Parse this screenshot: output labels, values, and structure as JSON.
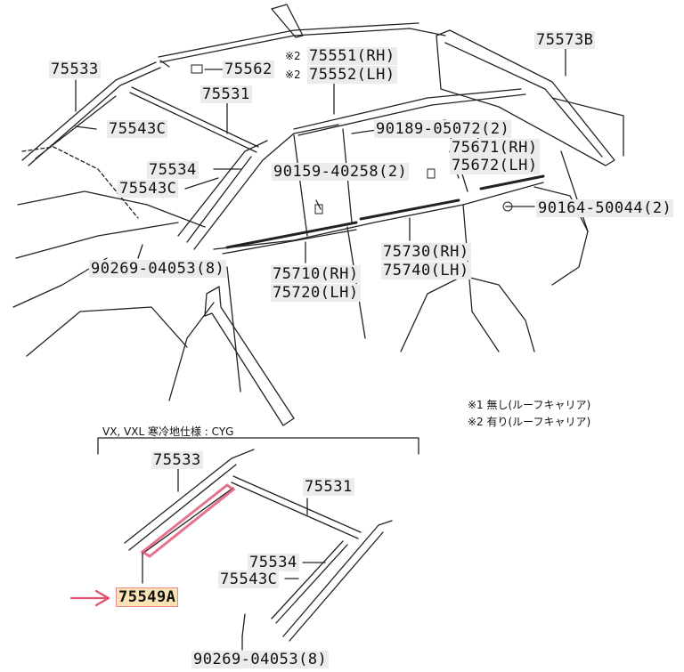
{
  "parts": {
    "p75533_top": "75533",
    "p75562": "75562",
    "p75531_top": "75531",
    "p75543c_top": "75543C",
    "p75534_top": "75534",
    "p75543c_mid": "75543C",
    "p90269_top": "90269-04053(8)",
    "p75551_prefix": "※2",
    "p75551": "75551(RH)",
    "p75552_prefix": "※2",
    "p75552": "75552(LH)",
    "p75573b": "75573B",
    "p90189": "90189-05072(2)",
    "p75671": "75671(RH)",
    "p75672": "75672(LH)",
    "p90159": "90159-40258(2)",
    "p90164": "90164-50044(2)",
    "p75730": "75730(RH)",
    "p75740": "75740(LH)",
    "p75710": "75710(RH)",
    "p75720": "75720(LH)",
    "p75533_bot": "75533",
    "p75531_bot": "75531",
    "p75534_bot": "75534",
    "p75543c_bot": "75543C",
    "p75549a": "75549A",
    "p90269_bot": "90269-04053(8)"
  },
  "notes": {
    "note1": "※1 無し(ルーフキャリア)",
    "note2": "※2 有り(ルーフキャリア)",
    "spec": "VX, VXL 寒冷地仕様 : CYG"
  },
  "colors": {
    "highlight": "#e05070",
    "arrow": "#e05070",
    "line": "#222222"
  }
}
